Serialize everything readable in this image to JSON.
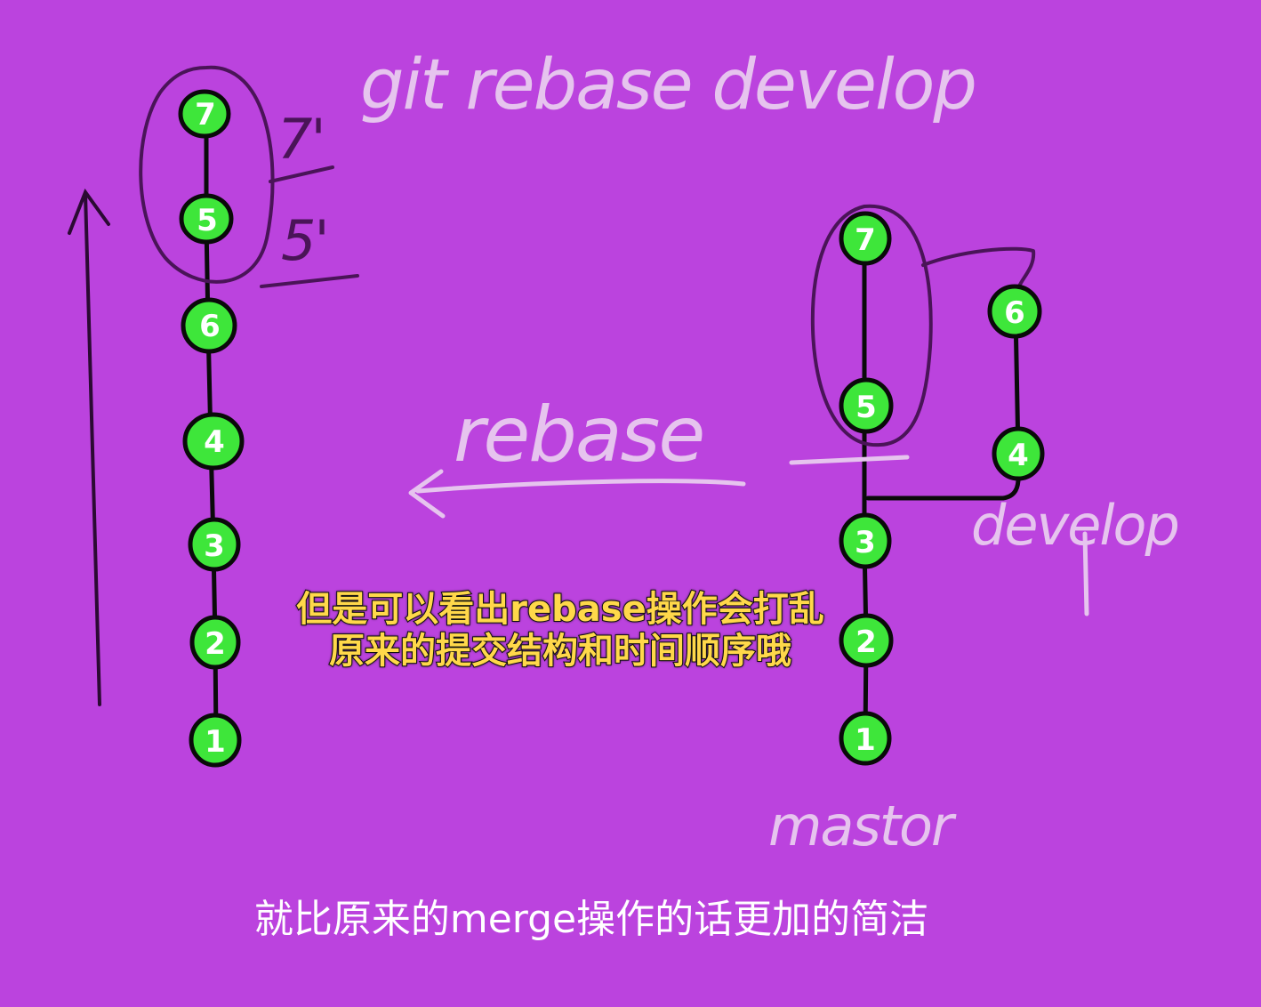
{
  "diagram": {
    "header_text": "git rebase develop",
    "arrow_label": "rebase",
    "develop_label": "develop",
    "master_label": "mastor",
    "left_chain": [
      "7",
      "5",
      "6",
      "4",
      "3",
      "2",
      "1"
    ],
    "right_main": [
      "7",
      "5",
      "3",
      "2",
      "1"
    ],
    "right_branch": [
      "6",
      "4"
    ],
    "prime_labels": [
      "7'",
      "5'"
    ]
  },
  "subtitles": {
    "overlay_line1": "但是可以看出rebase操作会打乱",
    "overlay_line2": "原来的提交结构和时间顺序哦",
    "bottom": "就比原来的merge操作的话更加的简洁"
  },
  "colors": {
    "background": "#bb43de",
    "node_fill": "#3ee63a",
    "ink": "#0a0a0a",
    "chalk": "#e6c4ee",
    "overlay_text": "#ffd84a"
  }
}
